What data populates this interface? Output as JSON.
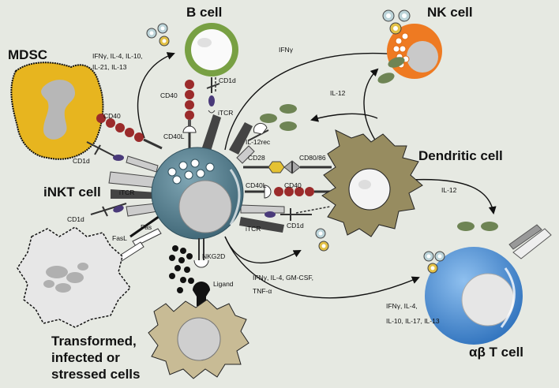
{
  "cells": {
    "b_cell": "B cell",
    "nk_cell": "NK cell",
    "mdsc": "MDSC",
    "inkt_cell": "iNKT cell",
    "dendritic_cell": "Dendritic cell",
    "ab_t_cell": "αβ T cell",
    "transformed_line1": "Transformed,",
    "transformed_line2": "infected or",
    "transformed_line3": "stressed cells"
  },
  "molecules": {
    "cd40_b": "CD40",
    "cd1d_b": "CD1d",
    "itcr_b": "iTCR",
    "cd40l_b": "CD40L",
    "cd40_mdsc": "CD40",
    "cd1d_mdsc": "CD1d",
    "itcr_left": "iTCR",
    "cd1d_left": "CD1d",
    "fas": "Fas",
    "fasl": "FasL",
    "il12rec": "IL-12rec",
    "cd28": "CD28",
    "cd8086": "CD80/86",
    "cd40l_dc": "CD40L",
    "cd40_dc": "CD40",
    "cd1d_dc": "CD1d",
    "itcr_dc": "iTCR",
    "nkg2d": "NKG2D",
    "ligand": "Ligand"
  },
  "cytokines": {
    "b_cell_1": "IFNγ, IL-4, IL-10,",
    "b_cell_2": "IL-21, IL-13",
    "nk": "IFNγ",
    "il12_nk": "IL-12",
    "il12_t": "IL-12",
    "dc_1": "IFNγ, IL-4, GM-CSF,",
    "dc_2": "TNF-α",
    "t_1": "IFNγ, IL-4,",
    "t_2": "IL-10, IL-17, IL-13"
  },
  "colors": {
    "background": "#e6e9e2",
    "inkt_body": "#5e8595",
    "inkt_nucleus": "#c9c9c9",
    "b_cell_ring": "#78a043",
    "nk_cell": "#ee7a22",
    "mdsc": "#e7b51f",
    "dendritic": "#978c60",
    "t_cell": "#4a8ed6",
    "cytokine_green": "#6e8454",
    "cd40_red": "#9b2b2b",
    "cd1d_purple": "#4a3a7a",
    "cd28_yellow": "#e5c233",
    "transformed": "#c8bb95",
    "dead_cell": "#e7e7e7"
  }
}
